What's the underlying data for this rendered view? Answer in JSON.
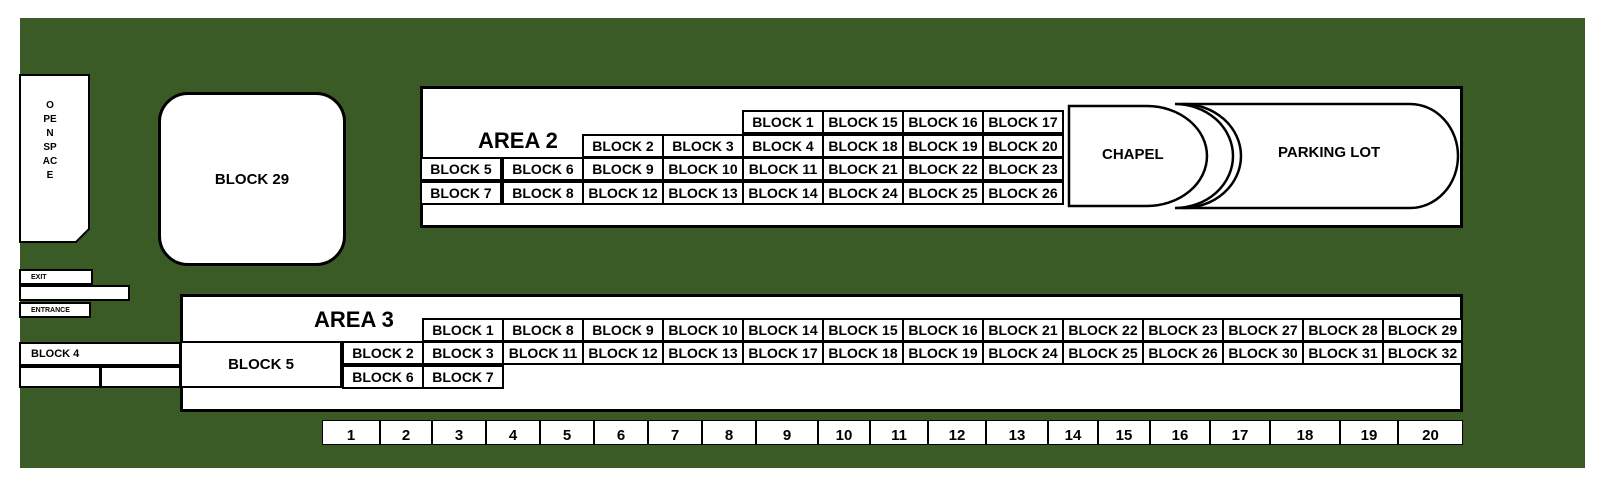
{
  "open_space": {
    "label": "O\nPE\nN\nSP\nAC\nE"
  },
  "block29": {
    "label": "BLOCK 29"
  },
  "exit": {
    "label": "EXIT"
  },
  "entrance": {
    "label": "ENTRANCE"
  },
  "block4": {
    "label": "BLOCK 4"
  },
  "area2": {
    "title": "AREA 2",
    "chapel": "CHAPEL",
    "parking": "PARKING LOT",
    "row1": [
      "BLOCK 1",
      "BLOCK 15",
      "BLOCK 16",
      "BLOCK 17"
    ],
    "row2": [
      "BLOCK 2",
      "BLOCK 3",
      "BLOCK 4",
      "BLOCK 18",
      "BLOCK 19",
      "BLOCK 20"
    ],
    "row3": [
      "BLOCK 5",
      "BLOCK 6",
      "BLOCK 9",
      "BLOCK 10",
      "BLOCK 11",
      "BLOCK 21",
      "BLOCK 22",
      "BLOCK 23"
    ],
    "row4": [
      "BLOCK 7",
      "BLOCK 8",
      "BLOCK 12",
      "BLOCK 13",
      "BLOCK 14",
      "BLOCK 24",
      "BLOCK 25",
      "BLOCK 26"
    ]
  },
  "area3": {
    "title": "AREA 3",
    "block5": "BLOCK 5",
    "row1": [
      "BLOCK 1",
      "BLOCK 8",
      "BLOCK 9",
      "BLOCK 10",
      "BLOCK 14",
      "BLOCK 15",
      "BLOCK 16",
      "BLOCK 21",
      "BLOCK 22",
      "BLOCK 23",
      "BLOCK 27",
      "BLOCK 28",
      "BLOCK 29"
    ],
    "row2": [
      "BLOCK 2",
      "BLOCK 3",
      "BLOCK 11",
      "BLOCK 12",
      "BLOCK 13",
      "BLOCK 17",
      "BLOCK 18",
      "BLOCK 19",
      "BLOCK 24",
      "BLOCK 25",
      "BLOCK 26",
      "BLOCK 30",
      "BLOCK 31",
      "BLOCK 32"
    ],
    "row3": [
      "BLOCK 6",
      "BLOCK 7"
    ]
  },
  "numbers": [
    "1",
    "2",
    "3",
    "4",
    "5",
    "6",
    "7",
    "8",
    "9",
    "10",
    "11",
    "12",
    "13",
    "14",
    "15",
    "16",
    "17",
    "18",
    "19",
    "20"
  ]
}
